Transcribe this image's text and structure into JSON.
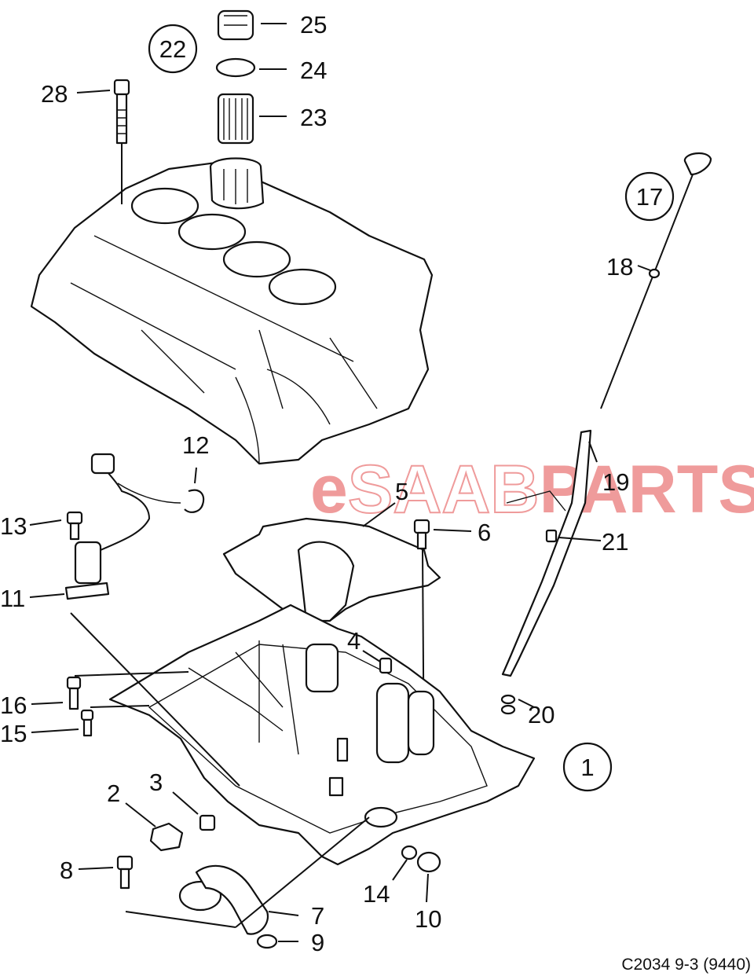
{
  "watermark": {
    "prefix": "e",
    "brand": "SAAB",
    "suffix": "PARTS",
    "color": "#e34a4a"
  },
  "caption": "C2034 9-3 (9440)",
  "parts": [
    {
      "key": "p1",
      "label": "1",
      "circled": true
    },
    {
      "key": "p2",
      "label": "2"
    },
    {
      "key": "p3",
      "label": "3"
    },
    {
      "key": "p4",
      "label": "4"
    },
    {
      "key": "p5",
      "label": "5"
    },
    {
      "key": "p6",
      "label": "6"
    },
    {
      "key": "p7",
      "label": "7"
    },
    {
      "key": "p8",
      "label": "8"
    },
    {
      "key": "p9",
      "label": "9"
    },
    {
      "key": "p10",
      "label": "10"
    },
    {
      "key": "p11",
      "label": "11"
    },
    {
      "key": "p12",
      "label": "12"
    },
    {
      "key": "p13",
      "label": "13"
    },
    {
      "key": "p14",
      "label": "14"
    },
    {
      "key": "p15",
      "label": "15"
    },
    {
      "key": "p16",
      "label": "16"
    },
    {
      "key": "p17",
      "label": "17",
      "circled": true
    },
    {
      "key": "p18",
      "label": "18"
    },
    {
      "key": "p19",
      "label": "19"
    },
    {
      "key": "p20",
      "label": "20"
    },
    {
      "key": "p21",
      "label": "21"
    },
    {
      "key": "p22",
      "label": "22",
      "circled": true
    },
    {
      "key": "p23",
      "label": "23"
    },
    {
      "key": "p24",
      "label": "24"
    },
    {
      "key": "p25",
      "label": "25"
    },
    {
      "key": "p28",
      "label": "28"
    }
  ]
}
